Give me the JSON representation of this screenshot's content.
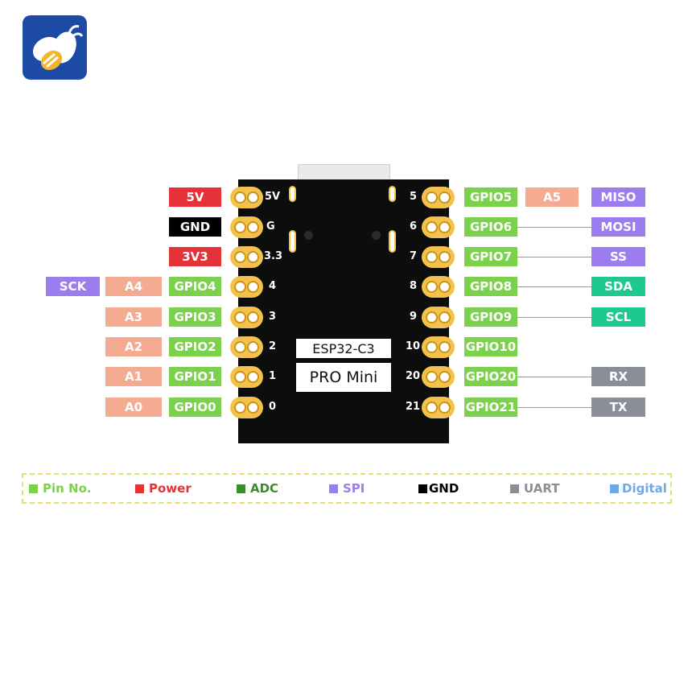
{
  "colors": {
    "pin_no": "#7bd14c",
    "power": "#e53238",
    "adc": "#3f8a2c",
    "spi": "#9b7df0",
    "gnd": "#000000",
    "uart": "#8a8e98",
    "digital": "#6fa8e8",
    "adc_label": "#f4ab91",
    "i2c_label": "#1dc98f",
    "logo_bg": "#1d4aa5"
  },
  "logo": {
    "icon": "bee-icon"
  },
  "board": {
    "chip_line1": "ESP32-C3",
    "chip_line2": "PRO Mini"
  },
  "left_pins": [
    {
      "num": "5V",
      "labels": [
        "5V"
      ]
    },
    {
      "num": "G",
      "labels": [
        "GND"
      ]
    },
    {
      "num": "3.3",
      "labels": [
        "3V3"
      ]
    },
    {
      "num": "4",
      "labels": [
        "GPIO4",
        "A4",
        "SCK"
      ]
    },
    {
      "num": "3",
      "labels": [
        "GPIO3",
        "A3"
      ]
    },
    {
      "num": "2",
      "labels": [
        "GPIO2",
        "A2"
      ]
    },
    {
      "num": "1",
      "labels": [
        "GPIO1",
        "A1"
      ]
    },
    {
      "num": "0",
      "labels": [
        "GPIO0",
        "A0"
      ]
    }
  ],
  "right_pins": [
    {
      "num": "5",
      "labels": [
        "GPIO5",
        "A5",
        "MISO"
      ]
    },
    {
      "num": "6",
      "labels": [
        "GPIO6",
        "MOSI"
      ]
    },
    {
      "num": "7",
      "labels": [
        "GPIO7",
        "SS"
      ]
    },
    {
      "num": "8",
      "labels": [
        "GPIO8",
        "SDA"
      ]
    },
    {
      "num": "9",
      "labels": [
        "GPIO9",
        "SCL"
      ]
    },
    {
      "num": "10",
      "labels": [
        "GPIO10"
      ]
    },
    {
      "num": "20",
      "labels": [
        "GPIO20",
        "RX"
      ]
    },
    {
      "num": "21",
      "labels": [
        "GPIO21",
        "TX"
      ]
    }
  ],
  "legend": {
    "pin_no": "Pin No.",
    "power": "Power",
    "adc": "ADC",
    "spi": "SPI",
    "gnd": "GND",
    "uart": "UART",
    "digital": "Digital"
  }
}
